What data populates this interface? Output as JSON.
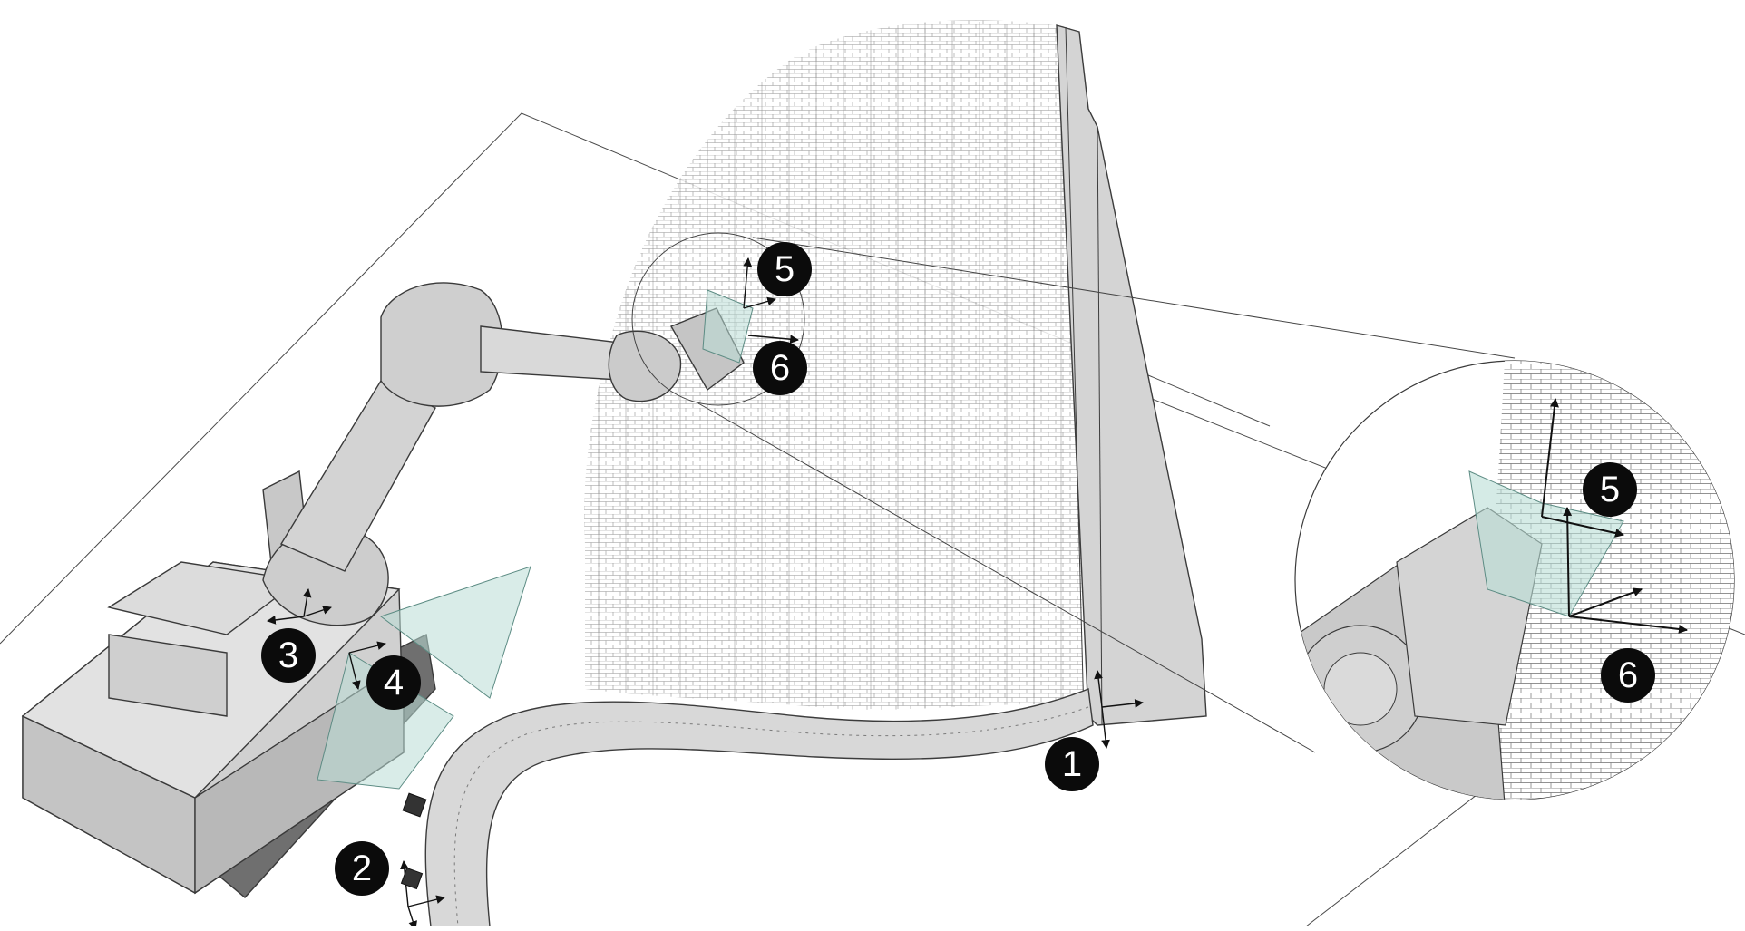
{
  "markers": [
    {
      "id": "1",
      "label": "1"
    },
    {
      "id": "2",
      "label": "2"
    },
    {
      "id": "3",
      "label": "3"
    },
    {
      "id": "4",
      "label": "4"
    },
    {
      "id": "5",
      "label": "5"
    },
    {
      "id": "6",
      "label": "6"
    },
    {
      "id": "5-detail",
      "label": "5"
    },
    {
      "id": "6-detail",
      "label": "6"
    }
  ],
  "colors": {
    "machine": "#cfcfcf",
    "machine_dark": "#9a9a9a",
    "outline": "#3a3a3a",
    "brick_line": "#555555",
    "camera_fov": "#b9ddd6",
    "marker_fill": "#0b0b0b",
    "marker_text": "#ffffff"
  },
  "icons": [
    "robot-arm",
    "tracked-base",
    "brick-wall",
    "camera-frustum",
    "coordinate-frame",
    "fiducial-tag",
    "detail-magnifier"
  ]
}
